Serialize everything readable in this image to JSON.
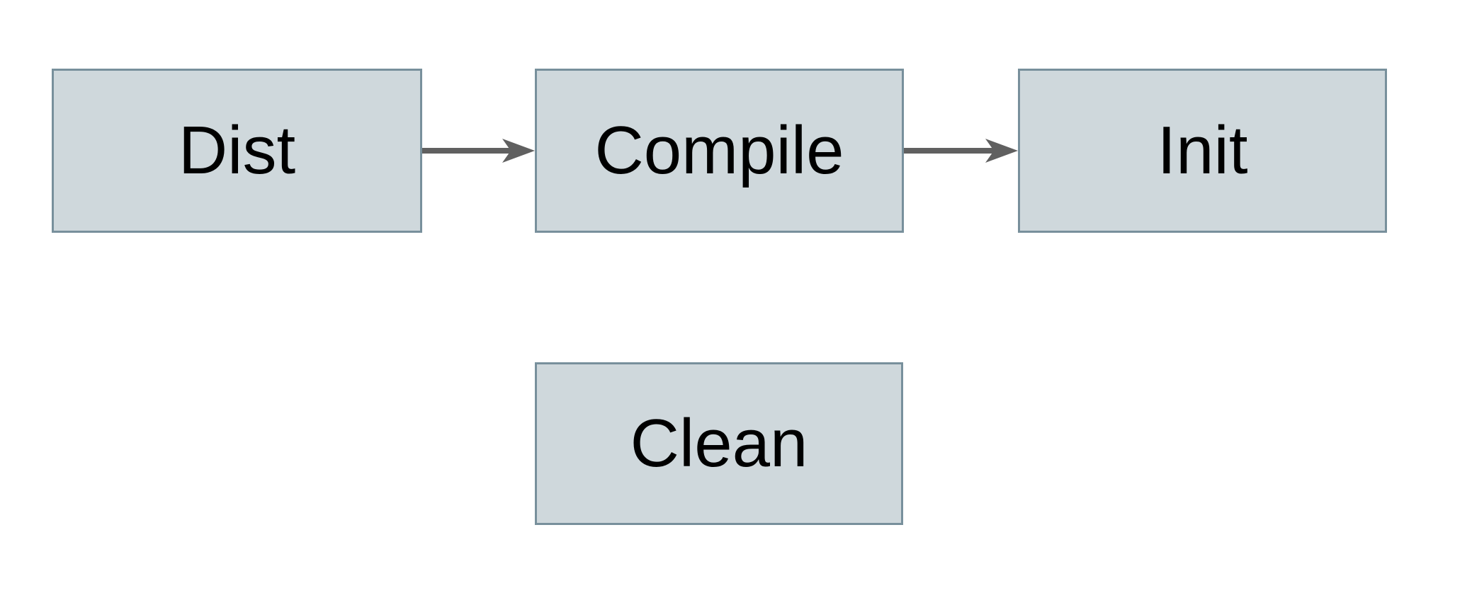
{
  "diagram": {
    "nodes": [
      {
        "id": "dist",
        "label": "Dist"
      },
      {
        "id": "compile",
        "label": "Compile"
      },
      {
        "id": "init",
        "label": "Init"
      },
      {
        "id": "clean",
        "label": "Clean"
      }
    ],
    "edges": [
      {
        "from": "Dist",
        "to": "Compile"
      },
      {
        "from": "Compile",
        "to": "Init"
      }
    ],
    "colors": {
      "node_fill": "#cfd8dc",
      "node_border": "#78909c",
      "arrow": "#606060",
      "text": "#000000",
      "background": "#ffffff"
    }
  }
}
